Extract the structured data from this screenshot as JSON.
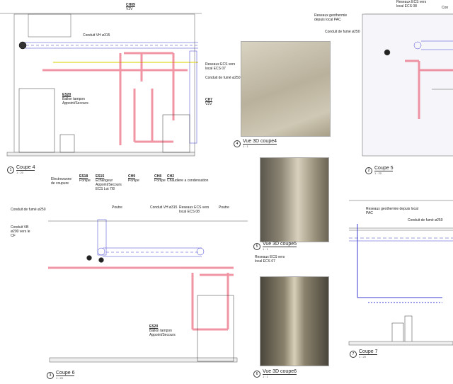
{
  "views": [
    {
      "number": "1",
      "title": "Coupe 4",
      "scale": "1 : 20"
    },
    {
      "number": "2",
      "title": "Coupe 5",
      "scale": "1 : 20"
    },
    {
      "number": "3",
      "title": "Coupe 6",
      "scale": "1 : 20"
    },
    {
      "number": "4",
      "title": "Vue 3D coupe4",
      "scale": "1 : 1"
    },
    {
      "number": "5",
      "title": "Vue 3D coupe5",
      "scale": "1 : 1"
    },
    {
      "number": "6",
      "title": "Vue 3D coupe6",
      "scale": "1 : 1"
    },
    {
      "number": "7",
      "title": "Coupe 7",
      "scale": "1 : 20"
    }
  ],
  "coupe4": {
    "ch09_tag": "CH09",
    "ch09_text": "V2V",
    "conduit_vh": "Conduit VH ø315",
    "reseau_ecs": "Reseaux ECS vers local ECS 07",
    "conduit_fumee": "Conduit de fumé ø250",
    "ch07_tag": "CH7",
    "ch07_text": "V2V",
    "es20_tag": "ES20",
    "es20_text": "Ballon tampon Appoint/Secours",
    "electrovanne": "Electrovanne de coupure",
    "es18_tag": "ES18",
    "es18_text": "Pompe",
    "es15_tag": "ES15",
    "es15_text": "Echangeur Appoint/Secours ECS Lot 7/8",
    "ch9_tag": "CH9",
    "ch9_text": "Pompe",
    "ch8_tag": "CH8",
    "ch8_text": "Pompe",
    "ch2_tag": "CH2",
    "ch2_text": "Chaudiere a condensation"
  },
  "coupe5": {
    "reseau_geo": "Reseaux geothermie depuis local PAC",
    "reseau_ecs": "Reseaux ECS vers local ECS 08",
    "conduit_fumee": "Conduit de fumé ø250",
    "cond_cut": "Con"
  },
  "coupe6": {
    "conduit_fumee": "Conduit de fumé ø250",
    "conduit_vb": "Conduit VB ø200 vers le CF",
    "poutre1": "Poutre",
    "conduit_vh": "Conduit VH ø315",
    "reseau_ecs": "Reseaux ECS vers local ECS 08",
    "poutre2": "Poutre",
    "reseau_ecs07": "Reseaux ECS vers local ECS 07",
    "es20_tag": "ES20",
    "es20_text": "Ballon tampon Appoint/Secours"
  },
  "coupe7": {
    "reseau_geo": "Reseaux geothermie depuis local PAC",
    "conduit_fumee": "Conduit de fumé ø250"
  },
  "colors": {
    "pipe_hot": "#e8506a",
    "pipe_vent": "#3a3ad0",
    "pipe_yellow": "#e6e04a",
    "line": "#333333"
  }
}
